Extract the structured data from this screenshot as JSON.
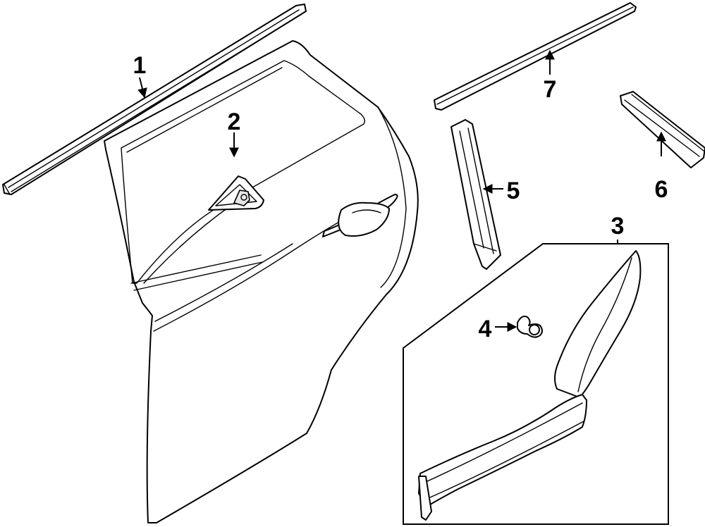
{
  "callouts": [
    {
      "id": "1"
    },
    {
      "id": "2"
    },
    {
      "id": "3"
    },
    {
      "id": "4"
    },
    {
      "id": "5"
    },
    {
      "id": "6"
    },
    {
      "id": "7"
    }
  ],
  "colors": {
    "line": "#000000",
    "background": "#ffffff"
  }
}
